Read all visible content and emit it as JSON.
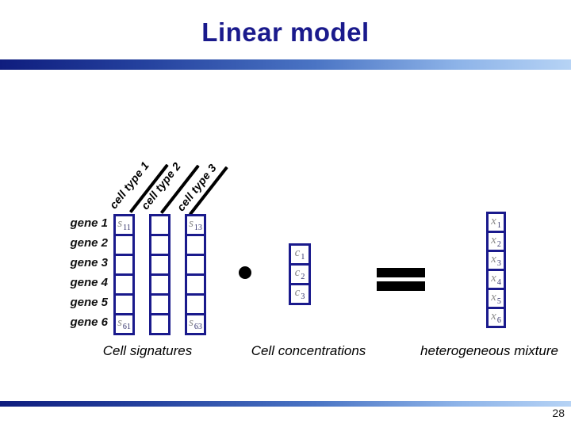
{
  "slide": {
    "title": "Linear model",
    "page_number": "28"
  },
  "colors": {
    "accent_navy": "#1a1a8c",
    "bar_gradient_left": "#0f1d7e",
    "bar_gradient_right": "#b6d3f5",
    "line_black": "#000000",
    "math_gray": "#8a8a8a"
  },
  "matrix": {
    "caption": "Cell signatures",
    "row_labels": [
      "gene 1",
      "gene 2",
      "gene 3",
      "gene 4",
      "gene 5",
      "gene 6"
    ],
    "column_labels": [
      "cell type 1",
      "cell type 2",
      "cell type 3"
    ],
    "columns": [
      {
        "cells": [
          {
            "base": "s",
            "sub": "11"
          },
          null,
          null,
          null,
          null,
          {
            "base": "s",
            "sub": "61"
          }
        ]
      },
      {
        "cells": [
          null,
          null,
          null,
          null,
          null,
          null
        ]
      },
      {
        "cells": [
          {
            "base": "s",
            "sub": "13"
          },
          null,
          null,
          null,
          null,
          {
            "base": "s",
            "sub": "63"
          }
        ]
      }
    ]
  },
  "operators": {
    "multiply": "dot",
    "equals": "="
  },
  "concentrations": {
    "caption": "Cell concentrations",
    "cells": [
      {
        "base": "c",
        "sub": "1"
      },
      {
        "base": "c",
        "sub": "2"
      },
      {
        "base": "c",
        "sub": "3"
      }
    ]
  },
  "mixture": {
    "caption": "heterogeneous mixture",
    "cells": [
      {
        "base": "x",
        "sub": "1"
      },
      {
        "base": "x",
        "sub": "2"
      },
      {
        "base": "x",
        "sub": "3"
      },
      {
        "base": "x",
        "sub": "4"
      },
      {
        "base": "x",
        "sub": "5"
      },
      {
        "base": "x",
        "sub": "6"
      }
    ]
  }
}
